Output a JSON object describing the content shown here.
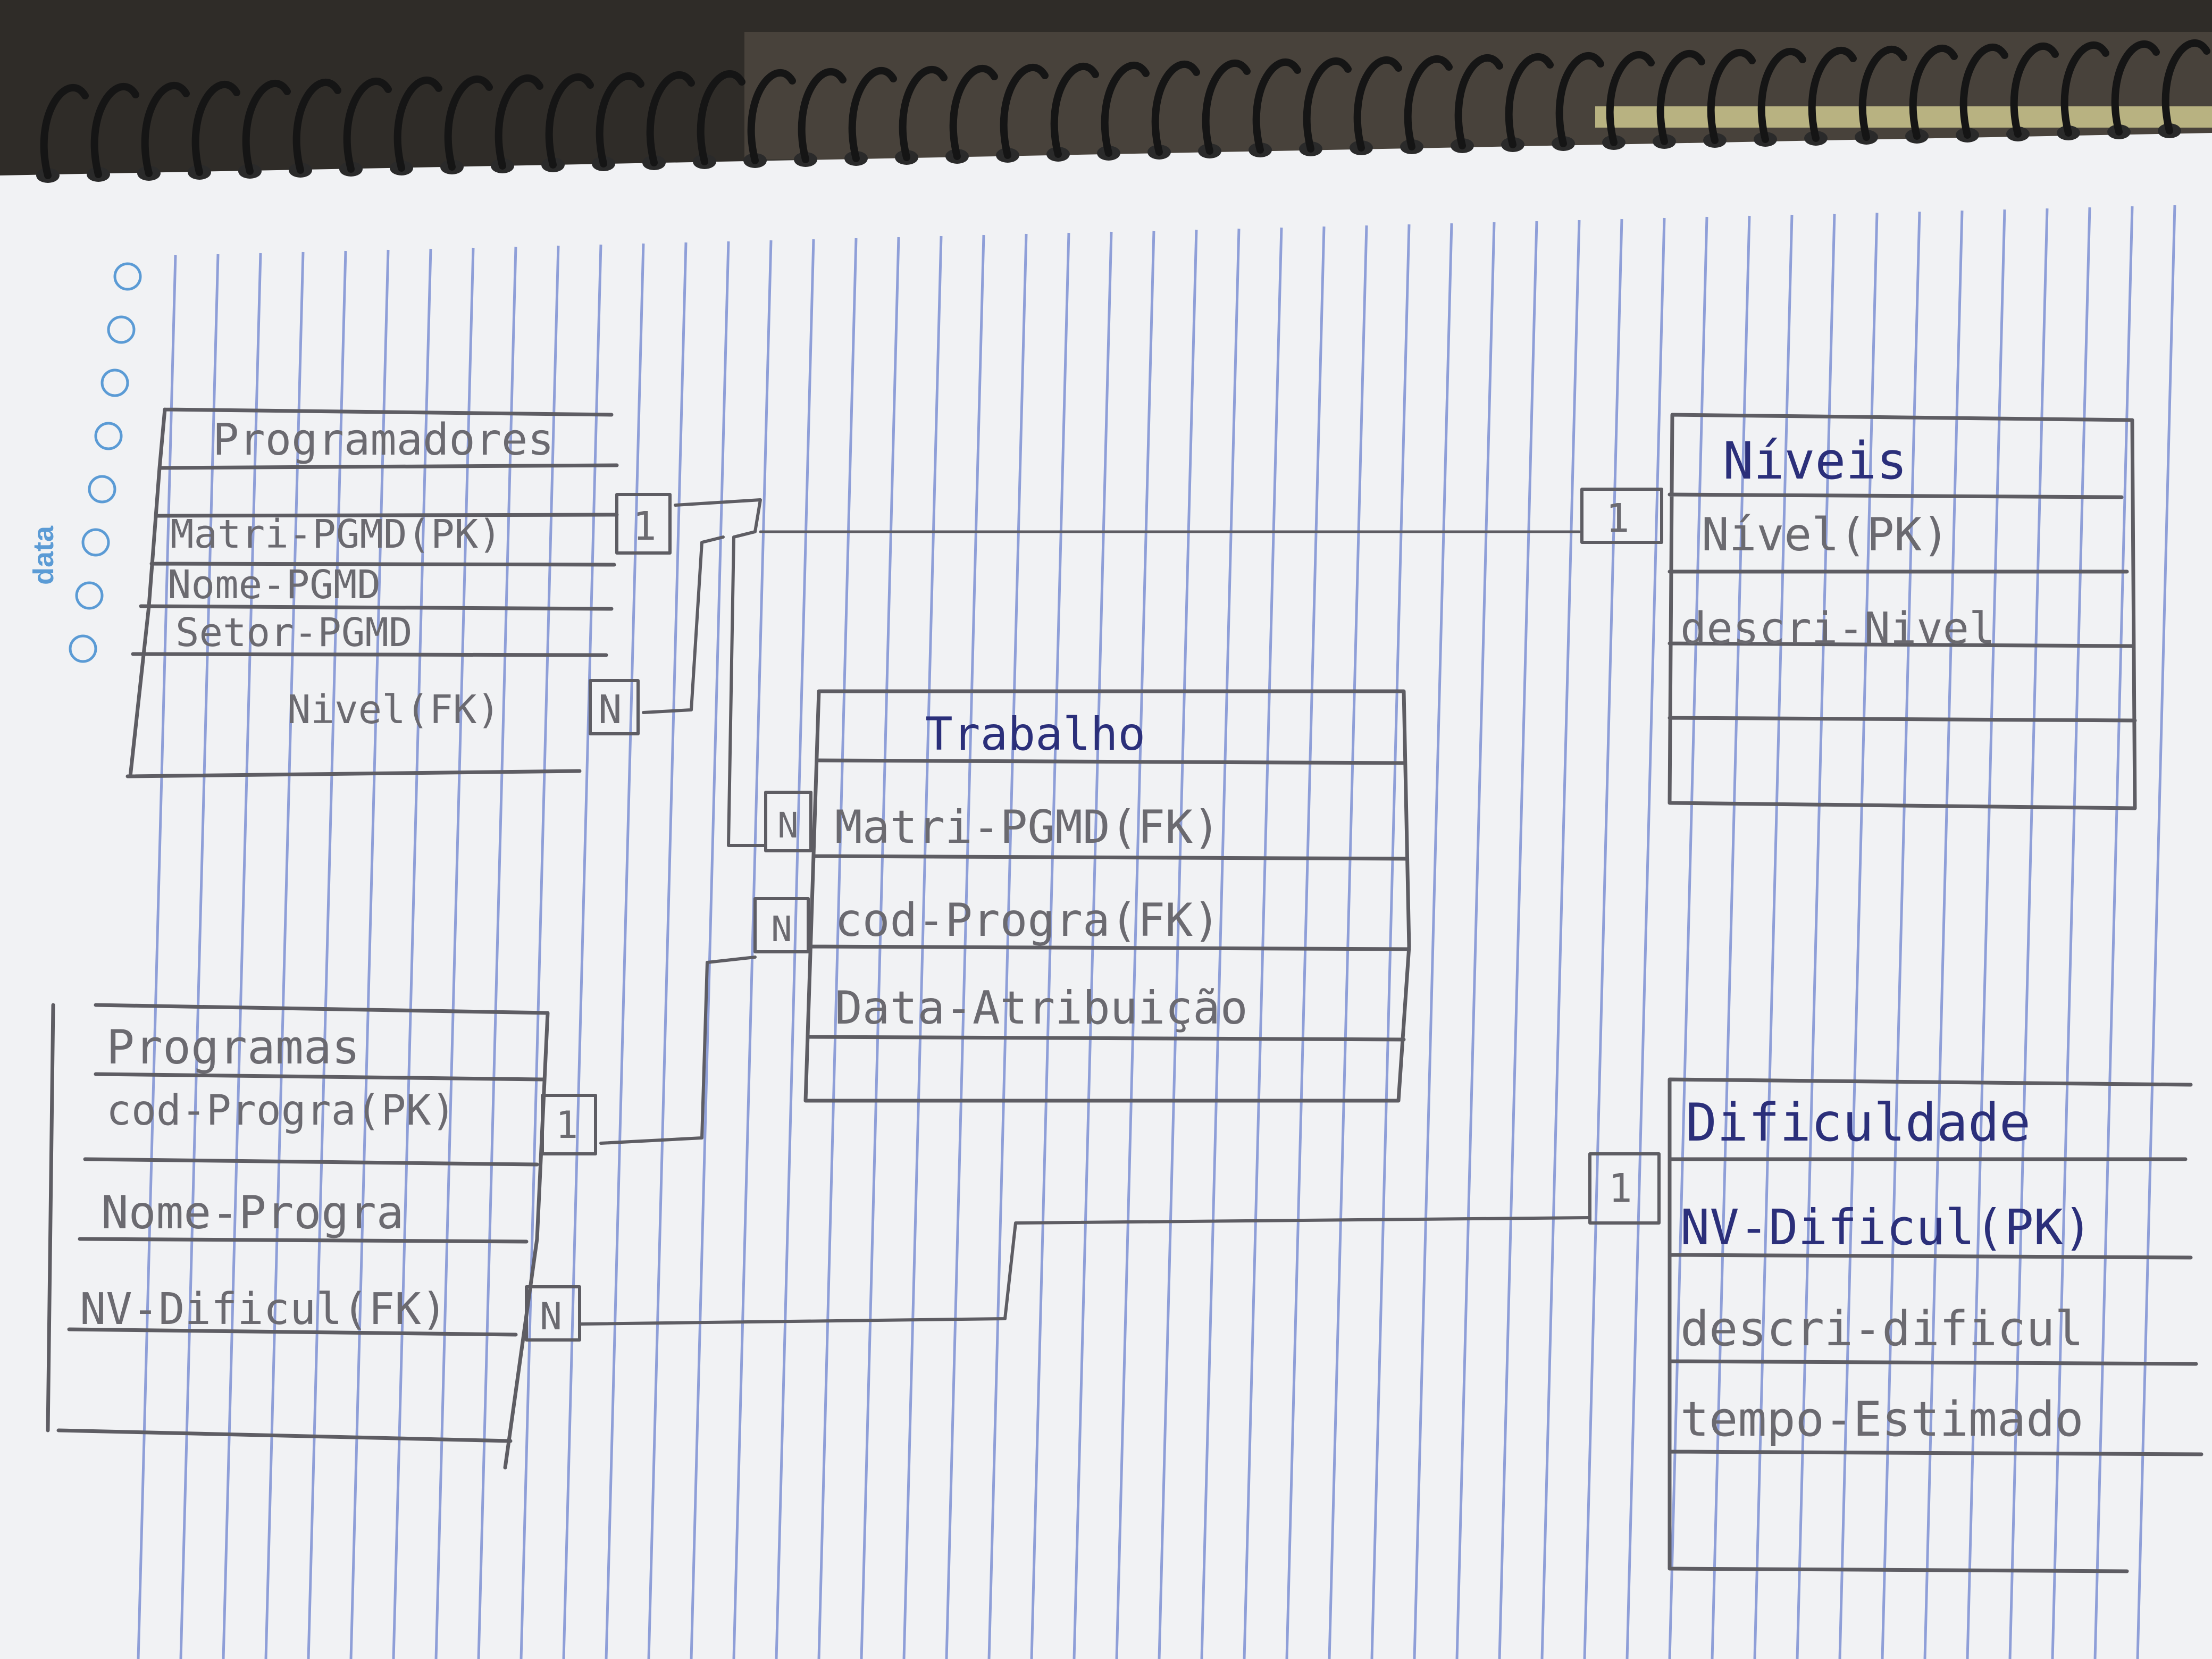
{
  "margin_label": "data",
  "tables": [
    {
      "id": "programadores",
      "title": "Programadores",
      "fields": [
        "Matri-PGMD(PK)",
        "Nome-PGMD",
        "Setor-PGMD",
        "Nivel(FK)"
      ]
    },
    {
      "id": "niveis",
      "title": "Níveis",
      "fields": [
        "Nível(PK)",
        "descri-Nivel"
      ]
    },
    {
      "id": "trabalho",
      "title": "Trabalho",
      "fields": [
        "Matri-PGMD(FK)",
        "cod-Progra(FK)",
        "Data-Atribuição"
      ]
    },
    {
      "id": "programas",
      "title": "Programas",
      "fields": [
        "cod-Progra(PK)",
        "Nome-Progra",
        "NV-Dificul(FK)"
      ]
    },
    {
      "id": "dificuldade",
      "title": "Dificuldade",
      "fields": [
        "NV-Dificul(PK)",
        "descri-dificul",
        "tempo-Estimado"
      ]
    }
  ],
  "cardinality": {
    "programadores_matri": "1",
    "programadores_nivel": "N",
    "niveis_pk": "1",
    "trabalho_matri": "N",
    "trabalho_cod": "N",
    "programas_cod": "1",
    "programas_nv": "N",
    "dificuldade_pk": "1"
  },
  "colors": {
    "paper": "#f2f3f5",
    "rule_line": "#5a6ec8",
    "pencil": "#5e5d63",
    "ink": "#2b2f7a",
    "spiral": "#1a1a1a",
    "margin_print": "#5b9bd5"
  }
}
